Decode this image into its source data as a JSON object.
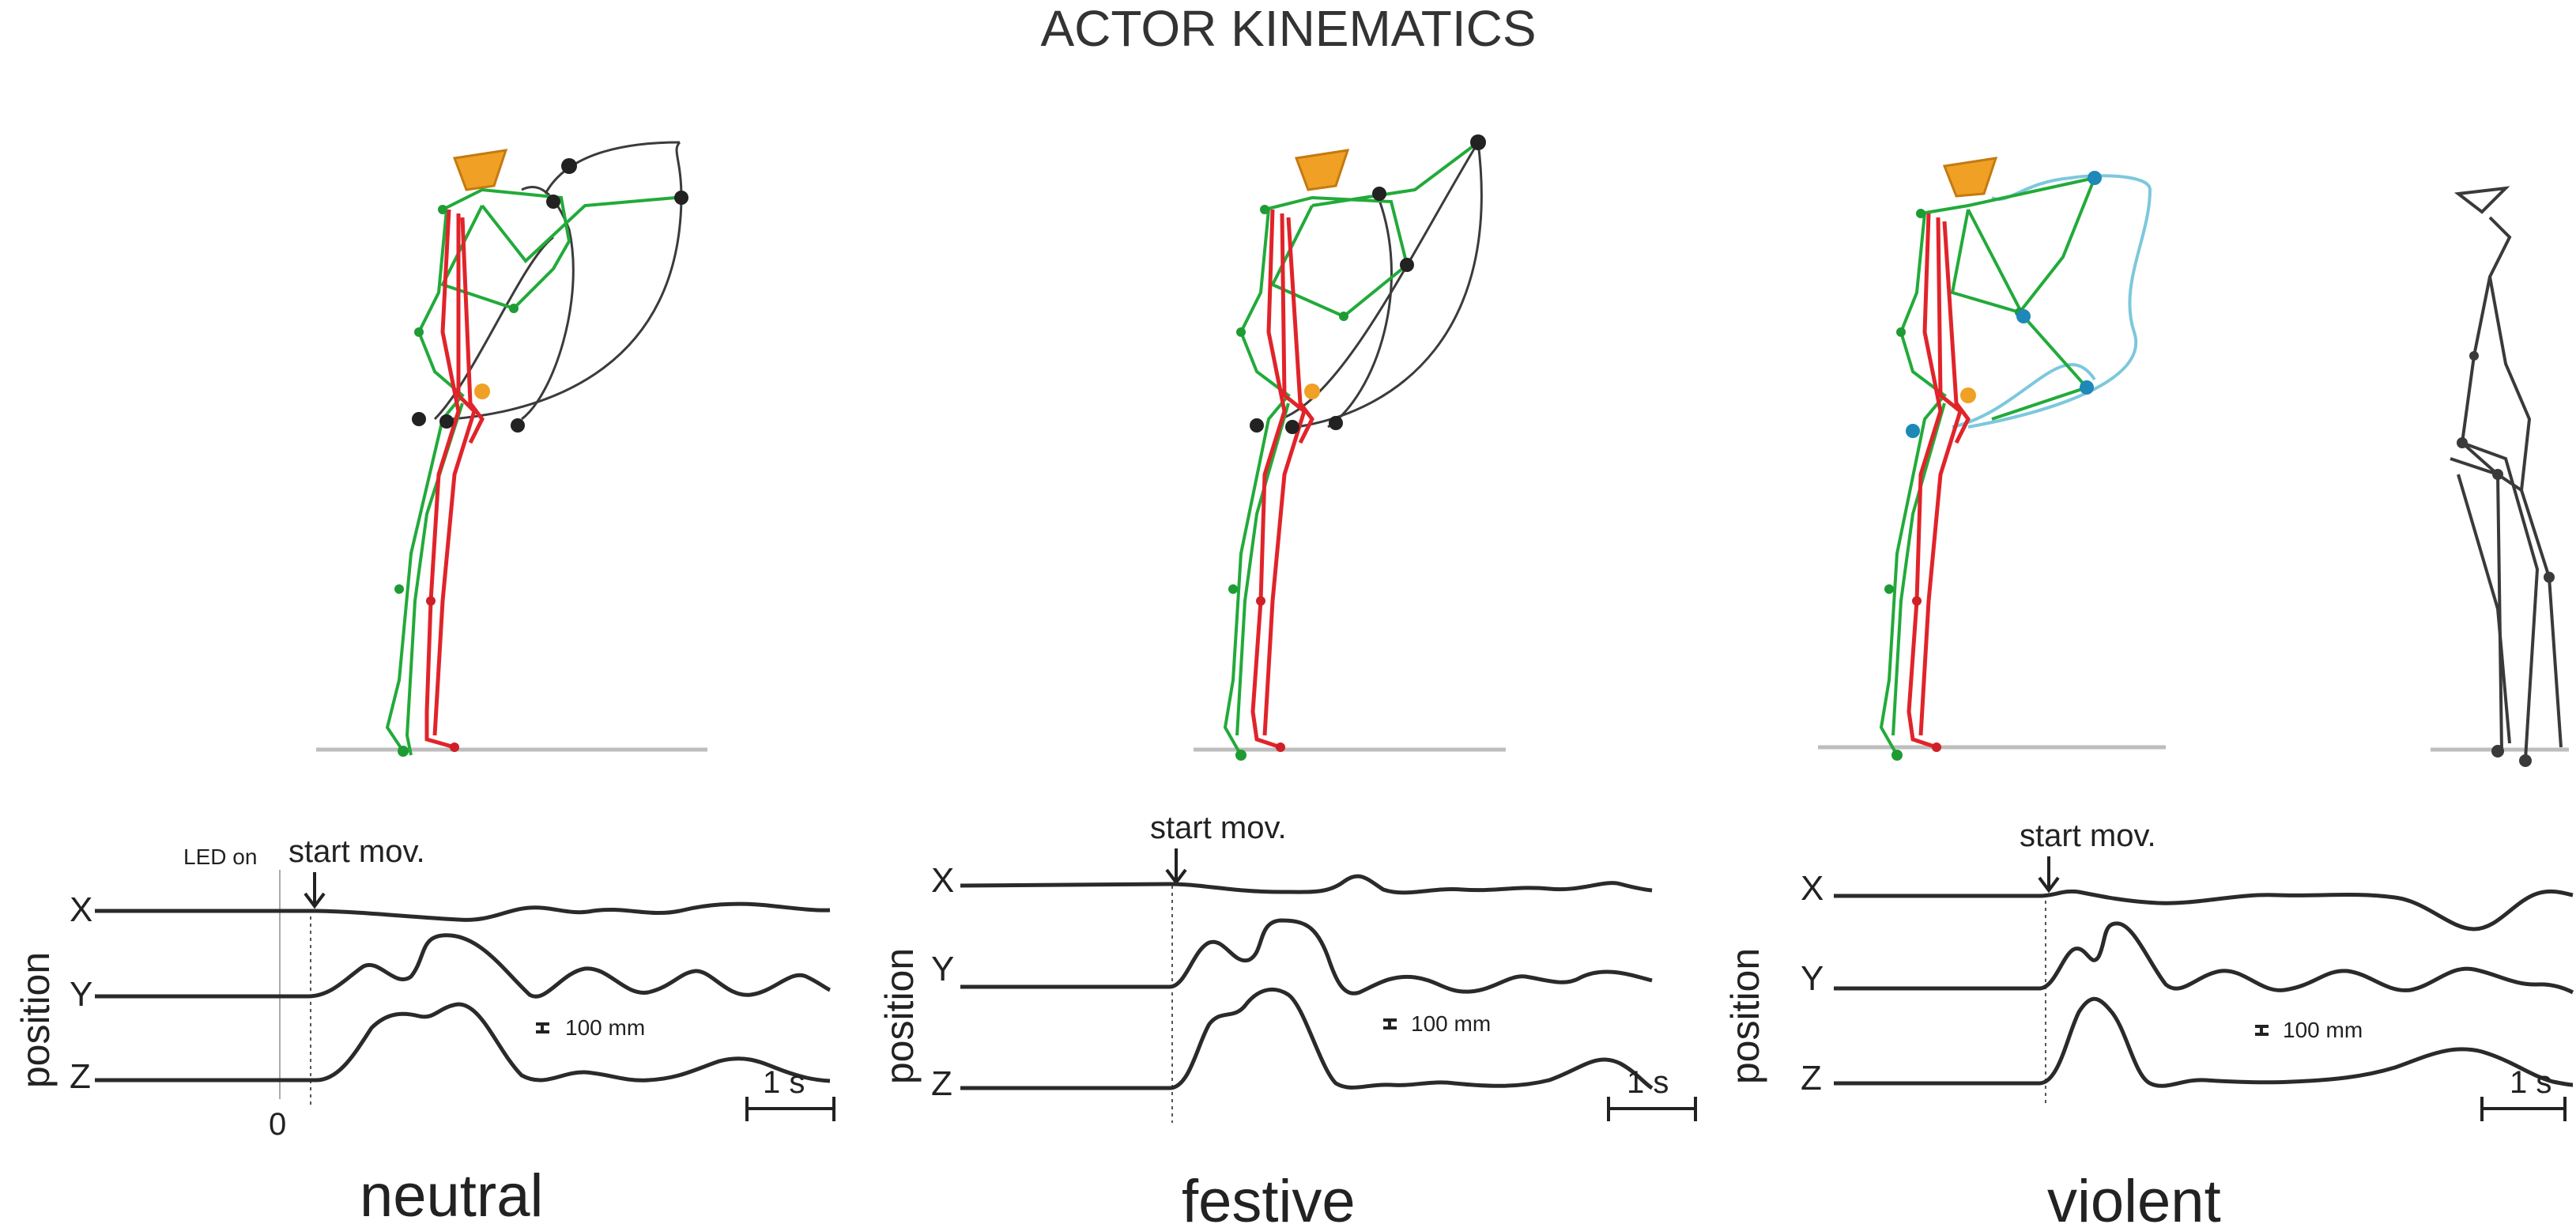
{
  "title": "ACTOR KINEMATICS",
  "conditions": [
    {
      "name": "neutral",
      "x_label": "X",
      "y_label": "Y",
      "z_label": "Z",
      "start_label": "start mov.",
      "led_label": "LED on",
      "zero_label": "0",
      "scale_mm": "100 mm",
      "scale_time": "1 s",
      "arc_color": "#3b3b3b"
    },
    {
      "name": "festive",
      "x_label": "X",
      "y_label": "Y",
      "z_label": "Z",
      "start_label": "start mov.",
      "scale_mm": "100 mm",
      "scale_time": "1 s",
      "arc_color": "#3b3b3b"
    },
    {
      "name": "violent",
      "x_label": "X",
      "y_label": "Y",
      "z_label": "Z",
      "start_label": "start mov.",
      "scale_mm": "100 mm",
      "scale_time": "1 s",
      "arc_color": "#7cc8dc"
    }
  ],
  "position_label": "position",
  "colors": {
    "skeleton_green": "#22aa3a",
    "skeleton_red": "#e0242a",
    "head": "#f0a024",
    "trace": "#2a2a2a",
    "floor": "#bdbdbd",
    "stick_figure": "#3a3a3a"
  }
}
